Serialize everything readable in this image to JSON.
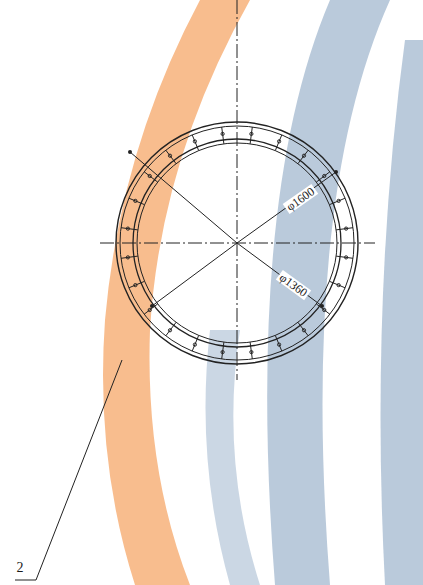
{
  "diagram": {
    "labels": [
      "φ1600",
      "φ1360",
      "2"
    ]
  }
}
